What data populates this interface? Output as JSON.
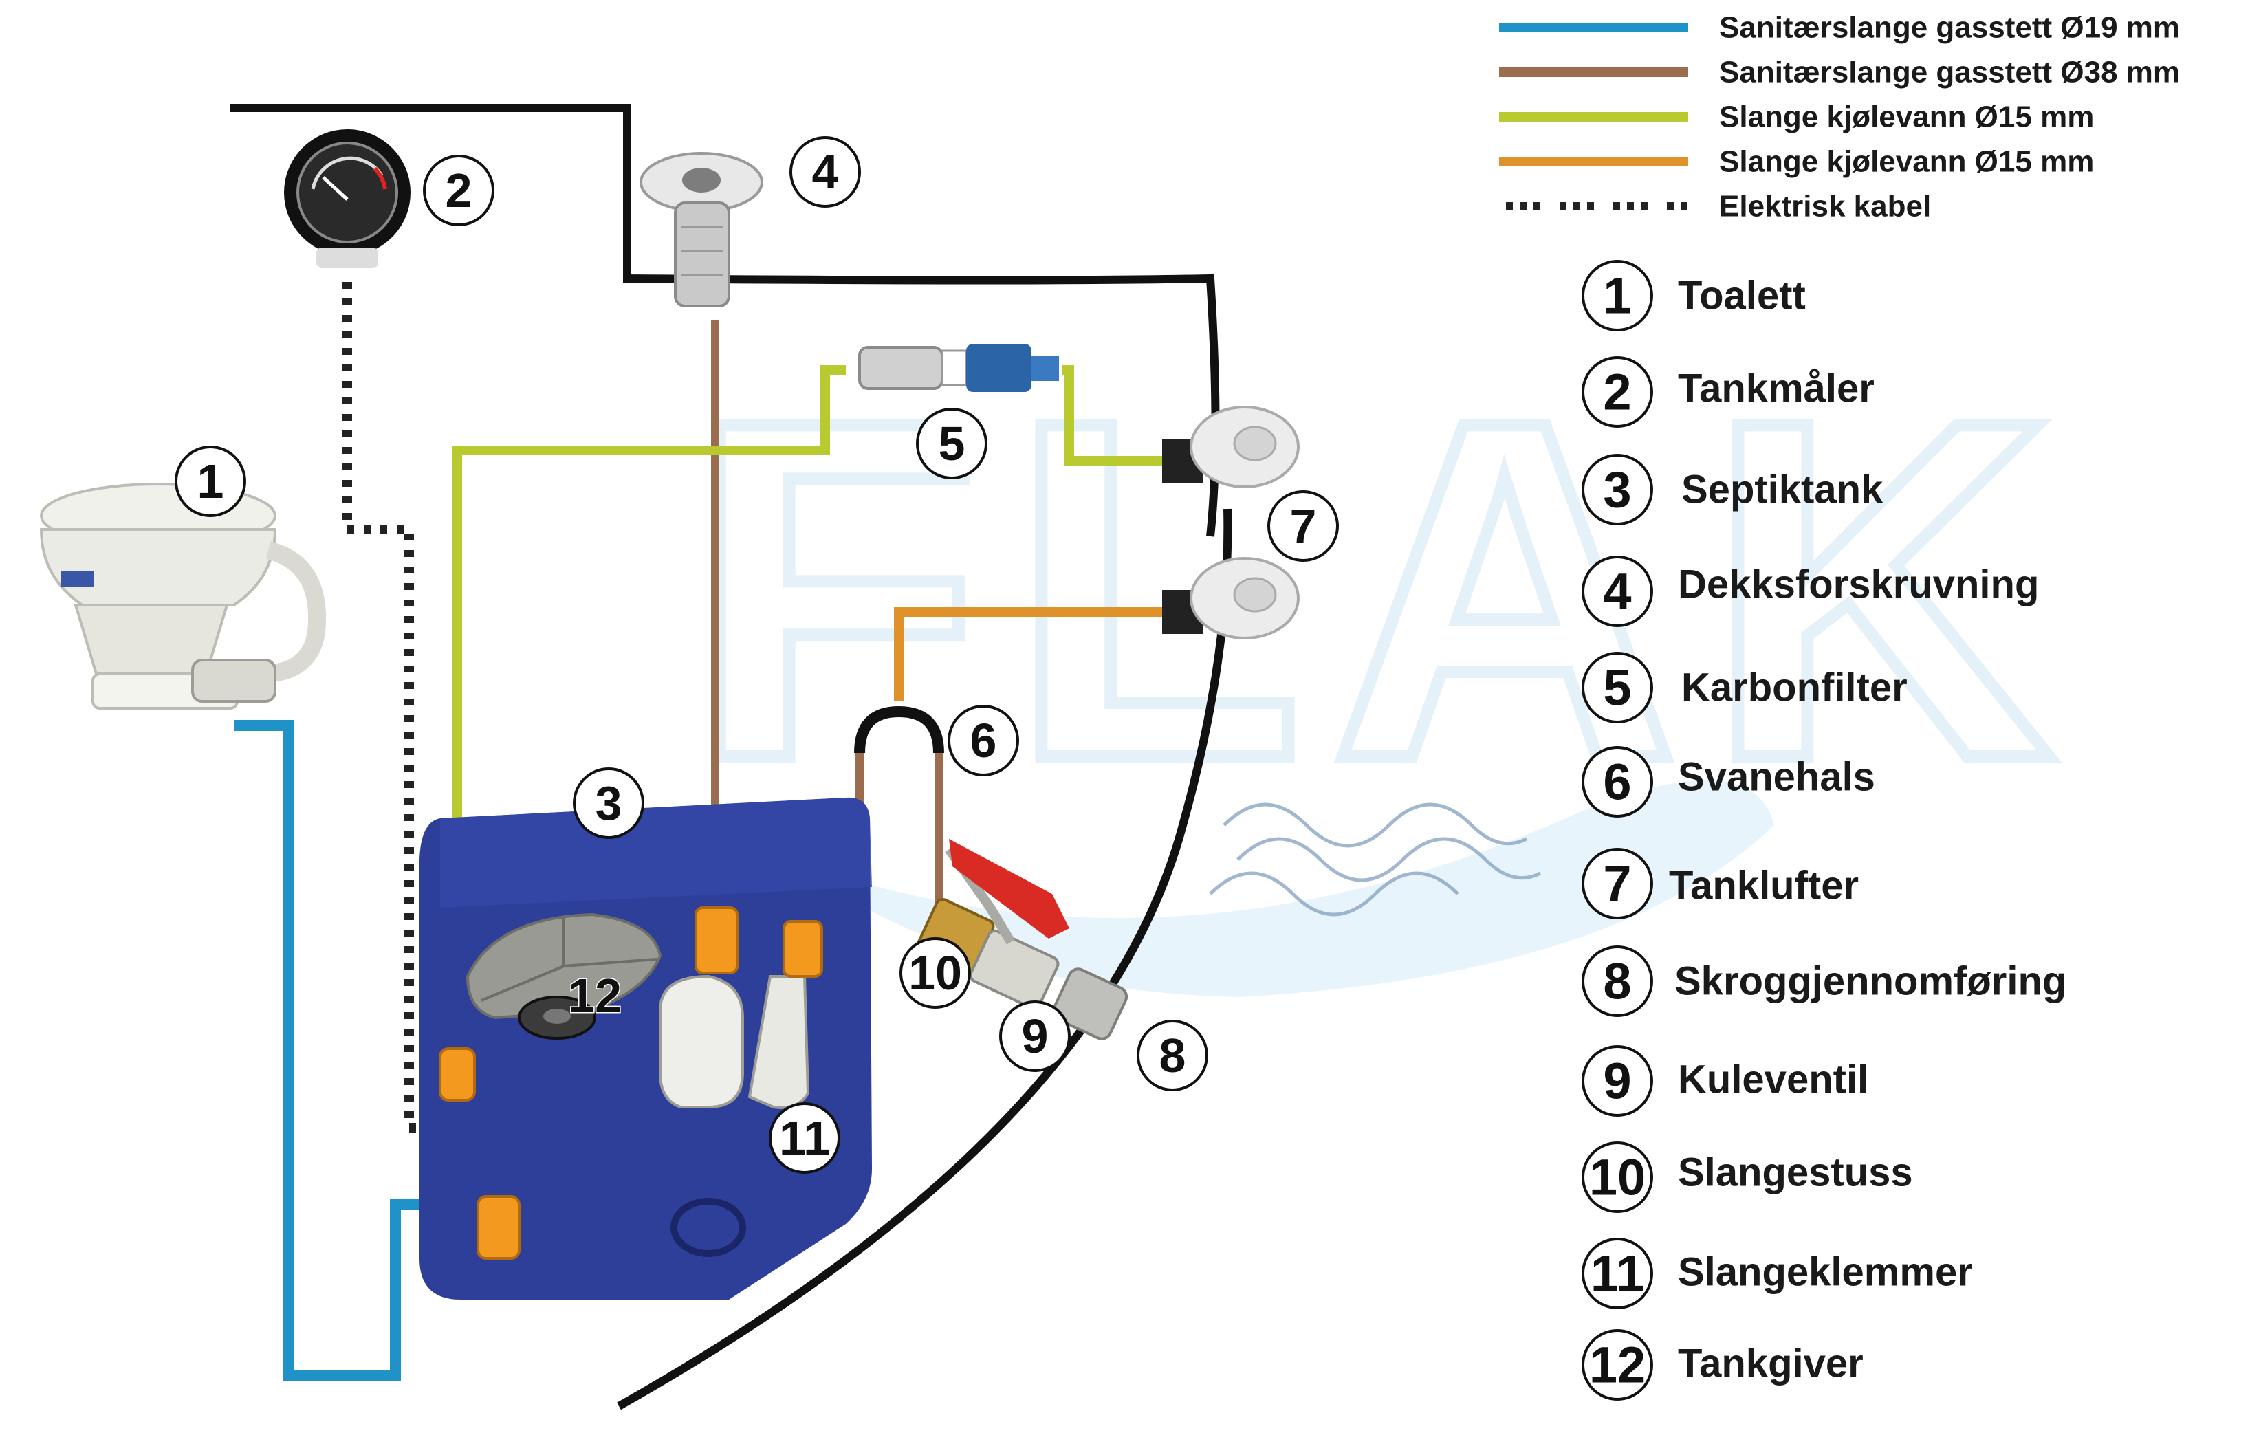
{
  "legend": [
    {
      "label": "Sanitærslange gasstett Ø19 mm",
      "color": "#1f93c7",
      "style": "solid"
    },
    {
      "label": "Sanitærslange gasstett Ø38 mm",
      "color": "#9c6c4e",
      "style": "solid"
    },
    {
      "label": "Slange kjølevann Ø15 mm",
      "color": "#b9c930",
      "style": "solid"
    },
    {
      "label": "Slange kjølevann Ø15 mm",
      "color": "#e0922a",
      "style": "solid"
    },
    {
      "label": "Elektrisk kabel",
      "color": "#222222",
      "style": "dotted"
    }
  ],
  "components": [
    {
      "number": "1",
      "name": "Toalett"
    },
    {
      "number": "2",
      "name": "Tankmåler"
    },
    {
      "number": "3",
      "name": "Septiktank"
    },
    {
      "number": "4",
      "name": "Dekksforskruvning"
    },
    {
      "number": "5",
      "name": "Karbonfilter"
    },
    {
      "number": "6",
      "name": "Svanehals"
    },
    {
      "number": "7",
      "name": "Tanklufter"
    },
    {
      "number": "8",
      "name": "Skroggjennomføring"
    },
    {
      "number": "9",
      "name": "Kuleventil"
    },
    {
      "number": "10",
      "name": "Slangestuss"
    },
    {
      "number": "11",
      "name": "Slangeklemmer"
    },
    {
      "number": "12",
      "name": "Tankgiver"
    }
  ],
  "watermark": "FLAK",
  "colors": {
    "hose_19mm": "#1f93c7",
    "hose_38mm": "#9c6c4e",
    "cooling_green": "#b9c930",
    "cooling_orange": "#e0922a",
    "tank_blue": "#2e3f9a",
    "fitting_orange": "#f39a1e",
    "hull_line": "#111111"
  }
}
